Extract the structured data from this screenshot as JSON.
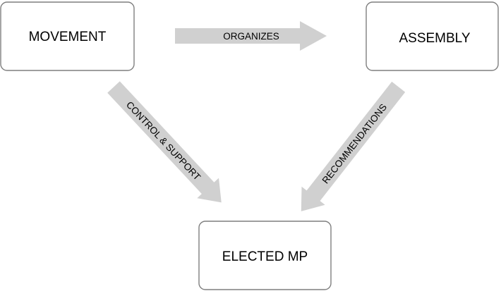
{
  "nodes": {
    "movement": {
      "label": "MOVEMENT"
    },
    "assembly": {
      "label": "ASSEMBLY"
    },
    "elected_mp": {
      "label": "ELECTED MP"
    }
  },
  "edges": {
    "organizes": {
      "label": "ORGANIZES",
      "from": "MOVEMENT",
      "to": "ASSEMBLY"
    },
    "control_support": {
      "label": "CONTROL & SUPPORT",
      "from": "MOVEMENT",
      "to": "ELECTED MP"
    },
    "recommendations": {
      "label": "RECOMMENDATIONS",
      "from": "ASSEMBLY",
      "to": "ELECTED MP"
    }
  },
  "colors": {
    "arrow_fill": "#d0d0d0",
    "box_stroke": "#7f7f7f",
    "text": "#000000"
  }
}
